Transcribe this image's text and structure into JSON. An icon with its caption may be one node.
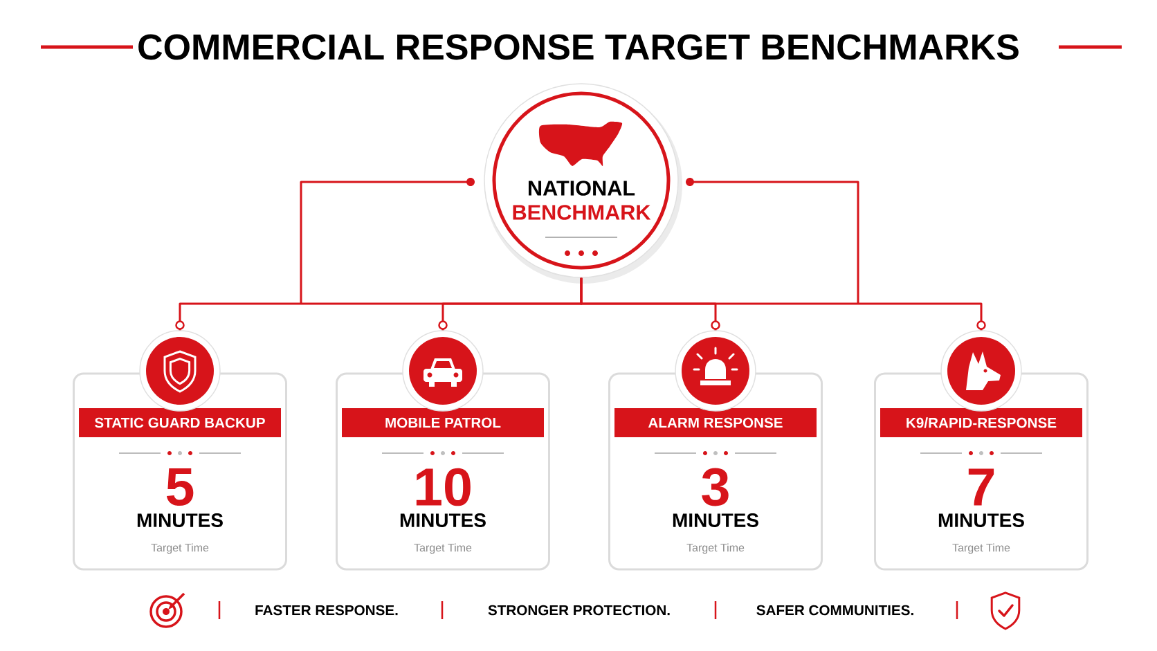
{
  "diagram": {
    "title": "COMMERCIAL RESPONSE TARGET BENCHMARKS",
    "nodes": [
      {
        "text": [
          "NATIONAL",
          "BENCHMARK"
        ]
      },
      {
        "text": [
          "STATIC GUARD BACKUP",
          "5",
          "MINUTES",
          "Target Time"
        ]
      },
      {
        "text": [
          "MOBILE PATROL",
          "10",
          "MINUTES",
          "Target Time"
        ]
      },
      {
        "text": [
          "ALARM RESPONSE",
          "3",
          "MINUTES",
          "Target Time"
        ]
      },
      {
        "text": [
          "K9/RAPID-RESPONSE",
          "7",
          "MINUTES",
          "Target Time"
        ]
      }
    ],
    "edges": [
      {
        "from": 0,
        "to": 1,
        "arrow": "none"
      },
      {
        "from": 0,
        "to": 2,
        "arrow": "none"
      },
      {
        "from": 0,
        "to": 3,
        "arrow": "none"
      },
      {
        "from": 0,
        "to": 4,
        "arrow": "none"
      }
    ],
    "labels": [
      "FASTER RESPONSE.",
      "STRONGER PROTECTION.",
      "SAFER COMMUNITIES."
    ]
  }
}
